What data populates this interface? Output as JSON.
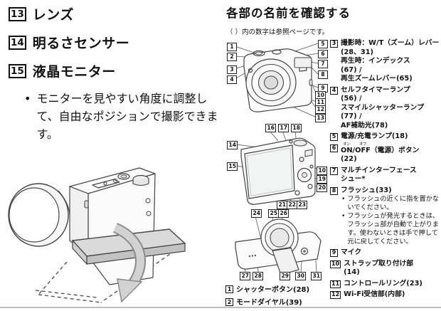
{
  "page": {
    "background": "#ffffff",
    "text_color": "#111111",
    "footer_rule_color": "#bcc0c4",
    "diagram_line_color": "#444444",
    "arrow_fill_color": "#d2d2d2"
  },
  "left_column": {
    "items": [
      {
        "num": "13",
        "label": "レンズ"
      },
      {
        "num": "14",
        "label": "明るさセンサー"
      },
      {
        "num": "15",
        "label": "液晶モニター"
      }
    ],
    "bullet": "モニターを見やすい角度に調整して、自由なポジションで撮影できます。",
    "illustration": "camera-rear-with-tilting-lcd-and-rotation-arrow"
  },
  "right_column": {
    "heading": "各部の名前を確認する",
    "note": "（ ）内の数字は参照ページです。",
    "diagrams": {
      "front": {
        "name": "camera-front-view",
        "callouts": [
          "1",
          "2",
          "3",
          "4",
          "5",
          "6",
          "7",
          "8",
          "9",
          "10",
          "11",
          "12",
          "13"
        ]
      },
      "back": {
        "name": "camera-rear-view",
        "callouts": [
          "16",
          "17",
          "18",
          "14",
          "15",
          "10",
          "19",
          "20",
          "21",
          "22",
          "23"
        ]
      },
      "bottom": {
        "name": "camera-bottom-view",
        "callouts": [
          "24",
          "25",
          "26",
          "27",
          "28",
          "29",
          "30",
          "31"
        ]
      }
    },
    "captions": [
      {
        "num": "1",
        "label": "シャッターボタン(28)"
      },
      {
        "num": "2",
        "label": "モードダイヤル(39)"
      }
    ],
    "parts_list": [
      {
        "num": "3",
        "lines": [
          {
            "t": "撮影時：W/T（ズーム）レバー"
          },
          {
            "t": "(28、31)"
          },
          {
            "t": "再生時：インデックス"
          },
          {
            "t": "(67) /"
          },
          {
            "t": "再生ズームレバー(65)"
          }
        ]
      },
      {
        "num": "4",
        "lines": [
          {
            "t": "セルフタイマーランプ"
          },
          {
            "t": "(56) /"
          },
          {
            "t": "スマイルシャッターランプ"
          },
          {
            "t": "(77) /"
          },
          {
            "t": "AF補助光(78)"
          }
        ]
      },
      {
        "num": "5",
        "lines": [
          {
            "t": "電源/充電ランプ(18)"
          }
        ]
      },
      {
        "num": "6",
        "lines": [
          {
            "ruby": [
              {
                "b": "ON",
                "r": "オン"
              },
              {
                "b": "/"
              },
              {
                "b": "OFF",
                "r": "オフ"
              }
            ],
            "t": "（電源）ボタン"
          },
          {
            "t": "(22)"
          }
        ]
      },
      {
        "num": "7",
        "lines": [
          {
            "t": "マルチインターフェース"
          },
          {
            "t": "シュー*"
          }
        ]
      },
      {
        "num": "8",
        "lines": [
          {
            "t": "フラッシュ(33)"
          },
          {
            "bullet": "フラッシュの近くに指を置かないでください。"
          },
          {
            "bullet": "フラッシュが発光するときは、フラッシュ部が自動で上がります。使わないときは手で押して元に戻してください。"
          }
        ]
      },
      {
        "num": "9",
        "lines": [
          {
            "t": "マイク"
          }
        ]
      },
      {
        "num": "10",
        "lines": [
          {
            "t": "ストラップ取り付け部"
          },
          {
            "t": "(14)"
          }
        ]
      },
      {
        "num": "11",
        "lines": [
          {
            "t": "コントロールリング(23)"
          }
        ]
      },
      {
        "num": "12",
        "lines": [
          {
            "t": "Wi-Fi受信部(内部)"
          }
        ]
      }
    ]
  }
}
